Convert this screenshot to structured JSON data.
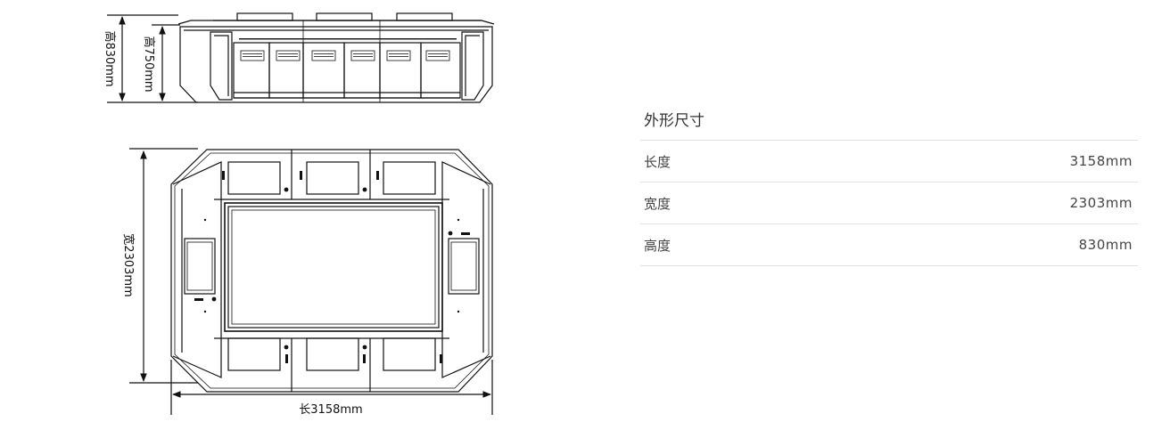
{
  "drawing": {
    "side_view": {
      "outer_height_label": "高830mm",
      "inner_height_label": "高750mm"
    },
    "top_view": {
      "width_label": "宽2303mm",
      "length_label": "长3158mm"
    }
  },
  "specs": {
    "title": "外形尺寸",
    "rows": [
      {
        "label": "长度",
        "value": "3158mm"
      },
      {
        "label": "宽度",
        "value": "2303mm"
      },
      {
        "label": "高度",
        "value": "830mm"
      }
    ]
  }
}
